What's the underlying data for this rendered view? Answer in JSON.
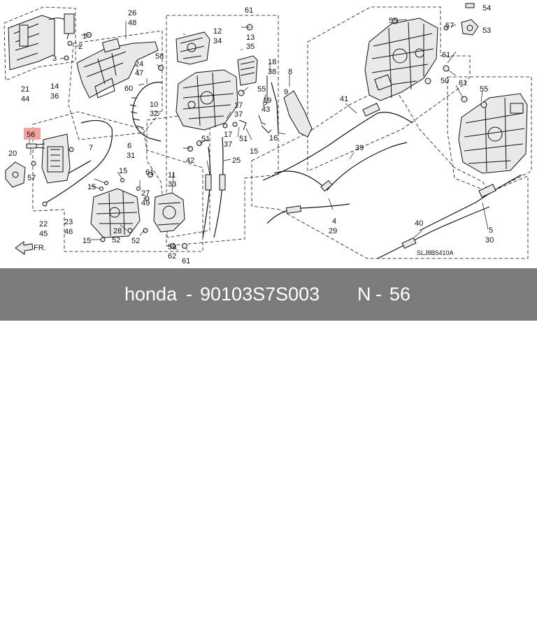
{
  "diagram": {
    "code": "SLJ8B5410A",
    "direction": "FR.",
    "highlight_color": "#f4a3a3",
    "labels": [
      {
        "id": "l56",
        "text": "56",
        "highlight": true
      },
      {
        "id": "l1",
        "text": "1"
      },
      {
        "id": "l2",
        "text": "2"
      },
      {
        "id": "l3",
        "text": "3"
      },
      {
        "id": "l4",
        "text": "4"
      },
      {
        "id": "l5",
        "text": "5"
      },
      {
        "id": "l6",
        "text": "6"
      },
      {
        "id": "l7",
        "text": "7"
      },
      {
        "id": "l8",
        "text": "8"
      },
      {
        "id": "l9",
        "text": "9"
      },
      {
        "id": "l10",
        "text": "10"
      },
      {
        "id": "l11",
        "text": "11"
      },
      {
        "id": "l12",
        "text": "12"
      },
      {
        "id": "l13",
        "text": "13"
      },
      {
        "id": "l14",
        "text": "14"
      },
      {
        "id": "l15a",
        "text": "15"
      },
      {
        "id": "l15b",
        "text": "15"
      },
      {
        "id": "l15c",
        "text": "15"
      },
      {
        "id": "l15d",
        "text": "15"
      },
      {
        "id": "l16",
        "text": "16"
      },
      {
        "id": "l17a",
        "text": "17"
      },
      {
        "id": "l17b",
        "text": "17"
      },
      {
        "id": "l18",
        "text": "18"
      },
      {
        "id": "l19",
        "text": "19"
      },
      {
        "id": "l20",
        "text": "20"
      },
      {
        "id": "l21",
        "text": "21"
      },
      {
        "id": "l22",
        "text": "22"
      },
      {
        "id": "l23",
        "text": "23"
      },
      {
        "id": "l24",
        "text": "24"
      },
      {
        "id": "l25",
        "text": "25"
      },
      {
        "id": "l26",
        "text": "26"
      },
      {
        "id": "l27",
        "text": "27"
      },
      {
        "id": "l28",
        "text": "28"
      },
      {
        "id": "l29",
        "text": "29"
      },
      {
        "id": "l30",
        "text": "30"
      },
      {
        "id": "l31",
        "text": "31"
      },
      {
        "id": "l32",
        "text": "32"
      },
      {
        "id": "l33",
        "text": "33"
      },
      {
        "id": "l34",
        "text": "34"
      },
      {
        "id": "l35",
        "text": "35"
      },
      {
        "id": "l36",
        "text": "36"
      },
      {
        "id": "l37a",
        "text": "37"
      },
      {
        "id": "l37b",
        "text": "37"
      },
      {
        "id": "l38",
        "text": "38"
      },
      {
        "id": "l39",
        "text": "39"
      },
      {
        "id": "l40",
        "text": "40"
      },
      {
        "id": "l41",
        "text": "41"
      },
      {
        "id": "l42",
        "text": "42"
      },
      {
        "id": "l43",
        "text": "43"
      },
      {
        "id": "l44",
        "text": "44"
      },
      {
        "id": "l45",
        "text": "45"
      },
      {
        "id": "l46",
        "text": "46"
      },
      {
        "id": "l47",
        "text": "47"
      },
      {
        "id": "l48",
        "text": "48"
      },
      {
        "id": "l49",
        "text": "49"
      },
      {
        "id": "l50",
        "text": "50"
      },
      {
        "id": "l51a",
        "text": "51"
      },
      {
        "id": "l51b",
        "text": "51"
      },
      {
        "id": "l52a",
        "text": "52"
      },
      {
        "id": "l52b",
        "text": "52"
      },
      {
        "id": "l53",
        "text": "53"
      },
      {
        "id": "l54",
        "text": "54"
      },
      {
        "id": "l55a",
        "text": "55"
      },
      {
        "id": "l55b",
        "text": "55"
      },
      {
        "id": "l55c",
        "text": "55"
      },
      {
        "id": "l57a",
        "text": "57"
      },
      {
        "id": "l57b",
        "text": "57"
      },
      {
        "id": "l58",
        "text": "58"
      },
      {
        "id": "l59",
        "text": "59"
      },
      {
        "id": "l60",
        "text": "60"
      },
      {
        "id": "l61a",
        "text": "61"
      },
      {
        "id": "l61b",
        "text": "61"
      },
      {
        "id": "l61c",
        "text": "61"
      },
      {
        "id": "l61d",
        "text": "61"
      },
      {
        "id": "l61e",
        "text": "61"
      },
      {
        "id": "l62",
        "text": "62"
      }
    ]
  },
  "footer": {
    "brand": "honda",
    "sep1": "-",
    "part_number": "90103S7S003",
    "ref_prefix": "N",
    "sep2": "-",
    "ref_number": "56",
    "background": "#7b7b7b"
  }
}
